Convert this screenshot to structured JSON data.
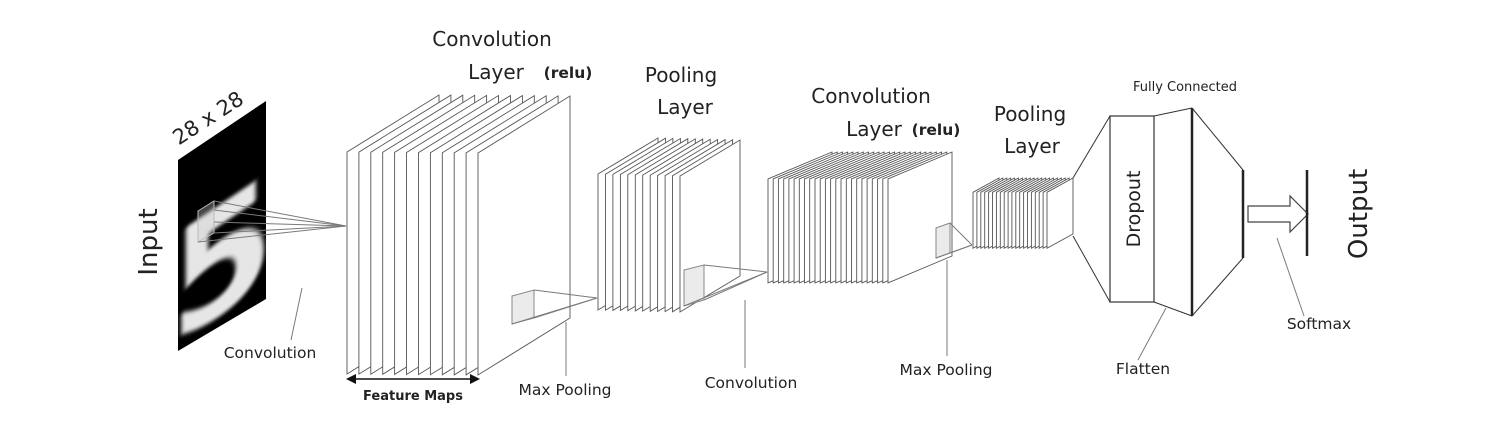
{
  "labels": {
    "input": "Input",
    "input_size": "28 x 28",
    "input_digit": "5",
    "convolution_1": "Convolution",
    "conv_layer_1_title": "Convolution",
    "conv_layer_1_sub": "Layer",
    "conv_layer_1_act": "(relu)",
    "feature_maps": "Feature Maps",
    "max_pooling_1": "Max Pooling",
    "pool_layer_1_title": "Pooling",
    "pool_layer_1_sub": "Layer",
    "convolution_2": "Convolution",
    "conv_layer_2_title": "Convolution",
    "conv_layer_2_sub": "Layer",
    "conv_layer_2_act": "(relu)",
    "max_pooling_2": "Max Pooling",
    "pool_layer_2_title": "Pooling",
    "pool_layer_2_sub": "Layer",
    "fully_connected": "Fully Connected",
    "dropout": "Dropout",
    "flatten": "Flatten",
    "softmax": "Softmax",
    "output": "Output"
  },
  "stacks": {
    "conv1_maps": 12,
    "pool1_maps": 12,
    "conv2_maps": 24,
    "pool2_maps": 20
  },
  "colors": {
    "line": "#333333",
    "input_bg": "#000000",
    "digit": "#e6e6e6"
  }
}
